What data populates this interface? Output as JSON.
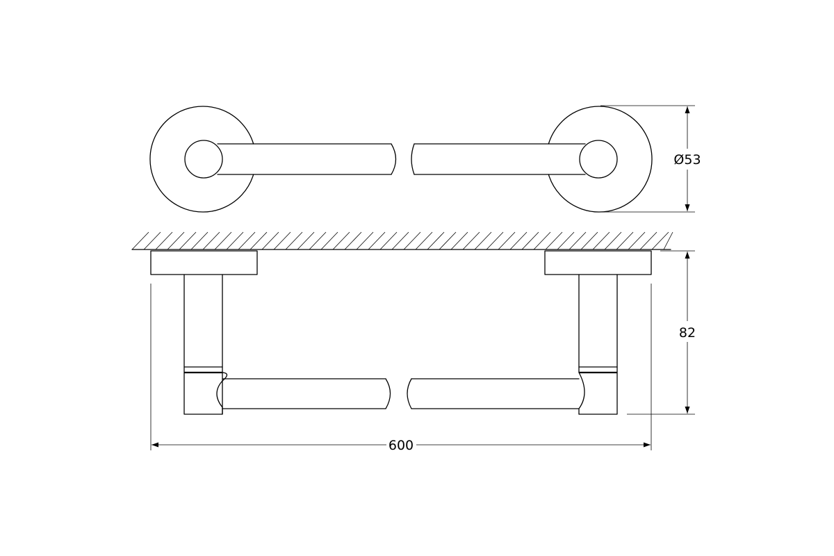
{
  "dimensions": {
    "diameter": "Ø53",
    "depth": "82",
    "length": "600"
  }
}
